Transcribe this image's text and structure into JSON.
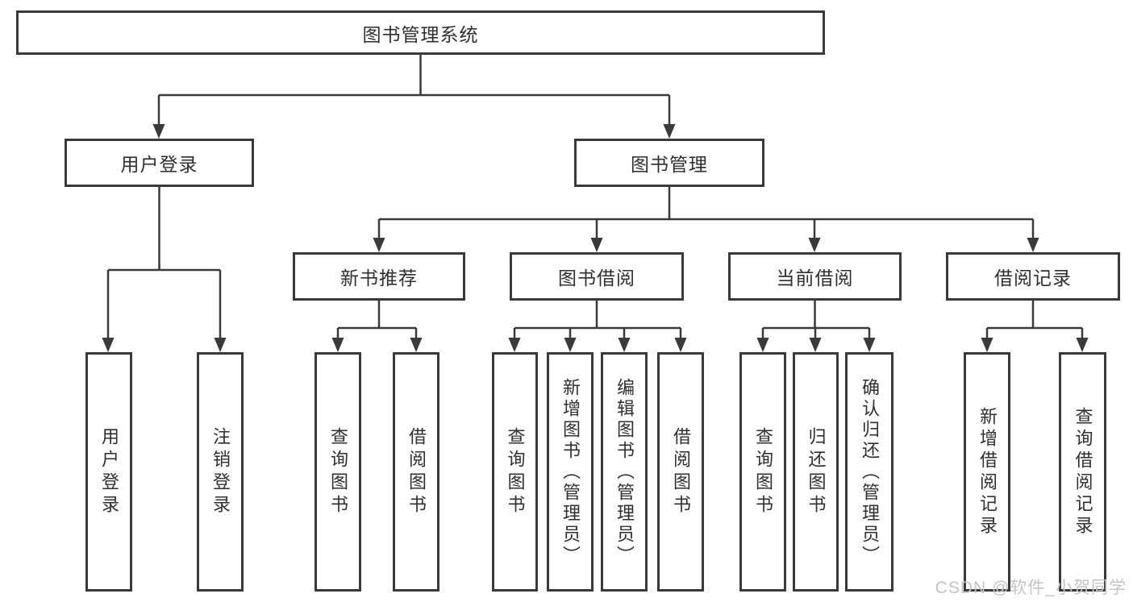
{
  "colors": {
    "line": "#3a3a3a",
    "box_border": "#3a3a3a",
    "text": "#2f2f2f",
    "background": "#ffffff",
    "watermark": "#c4c4c4"
  },
  "watermark": {
    "text": "CSDN @软件_小贺同学"
  },
  "tree": {
    "root": {
      "label": "图书管理系统"
    },
    "branches": [
      {
        "label": "用户登录",
        "children": [
          {
            "label": "用户登录"
          },
          {
            "label": "注销登录"
          }
        ]
      },
      {
        "label": "图书管理",
        "children": [
          {
            "label": "新书推荐",
            "children": [
              {
                "label": "查询图书"
              },
              {
                "label": "借阅图书"
              }
            ]
          },
          {
            "label": "图书借阅",
            "children": [
              {
                "label": "查询图书"
              },
              {
                "label": "新增图书（管理员）"
              },
              {
                "label": "编辑图书（管理员）"
              },
              {
                "label": "借阅图书"
              }
            ]
          },
          {
            "label": "当前借阅",
            "children": [
              {
                "label": "查询图书"
              },
              {
                "label": "归还图书"
              },
              {
                "label": "确认归还（管理员）"
              }
            ]
          },
          {
            "label": "借阅记录",
            "children": [
              {
                "label": "新增借阅记录"
              },
              {
                "label": "查询借阅记录"
              }
            ]
          }
        ]
      }
    ]
  }
}
